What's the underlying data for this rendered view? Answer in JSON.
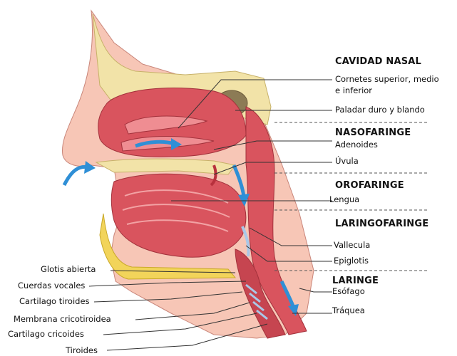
{
  "labels": {
    "cavidad_nasal": "CAVIDAD NASAL",
    "cornetes": "Cornetes superior, medio",
    "cornetes_2": "e inferior",
    "paladar": "Paladar duro y blando",
    "nasofaringe": "NASOFARINGE",
    "adenoides": "Adenoides",
    "uvula": "Úvula",
    "orofaringe": "OROFARINGE",
    "lengua": "Lengua",
    "laringofaringe": "LARINGOFARINGE",
    "vallecula": "Vallecula",
    "epiglotis": "Epiglotis",
    "laringe": "LARINGE",
    "esofago": "Esófago",
    "traquea": "Tráquea",
    "glotis": "Glotis abierta",
    "cuerdas": "Cuerdas vocales",
    "cartilago_tiroides": "Cartilago tiroides",
    "membrana": "Membrana cricotiroidea",
    "cartilago_cricoides": "Cartilago cricoides",
    "tiroides": "Tiroides"
  },
  "colors": {
    "tissue": "#d9545e",
    "tissue_dark": "#b8313d",
    "tissue_light": "#f08c90",
    "bone": "#f4e9b8",
    "bone_dark": "#d9c77a",
    "fat": "#f2d45a",
    "skin": "#f7b9a7",
    "airflow": "#2f8fd6",
    "cartilage": "#a9c8e8"
  }
}
